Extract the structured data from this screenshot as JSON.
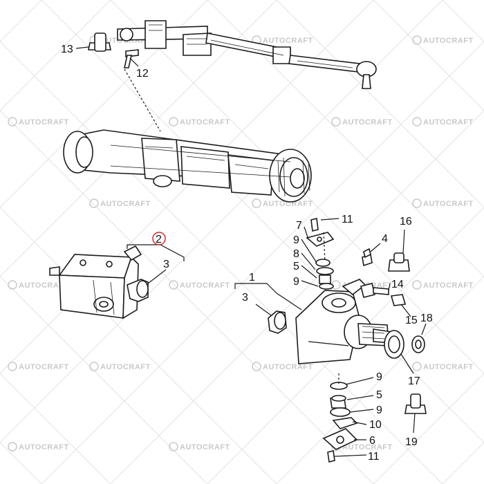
{
  "watermarks": [
    "AUTOCRAFT",
    "AUTOCRAFT",
    "AUTOCRAFT",
    "AUTOCRAFT",
    "AUTOCRAFT",
    "AUTOCRAFT",
    "AUTOCRAFT",
    "AUTOCRAFT",
    "AUTOCRAFT",
    "AUTOCRAFT",
    "AUTOCRAFT",
    "AUTOCRAFT",
    "AUTOCRAFT",
    "AUTOCRAFT",
    "AUTOCRAFT",
    "AUTOCRAFT",
    "AUTOCRAFT",
    "AUTOCRAFT",
    "AUTOCRAFT",
    "AUTOCRAFT",
    "AUTOCRAFT"
  ],
  "callouts": {
    "c1": "1",
    "c2": "2",
    "c3a": "3",
    "c3b": "3",
    "c4": "4",
    "c5a": "5",
    "c5b": "5",
    "c6": "6",
    "c7": "7",
    "c8": "8",
    "c9a": "9",
    "c9b": "9",
    "c9c": "9",
    "c9d": "9",
    "c10": "10",
    "c11a": "11",
    "c11b": "11",
    "c12": "12",
    "c13": "13",
    "c14": "14",
    "c15": "15",
    "c16": "16",
    "c17": "17",
    "c18": "18",
    "c19": "19"
  },
  "highlight_color": "#d9262c"
}
